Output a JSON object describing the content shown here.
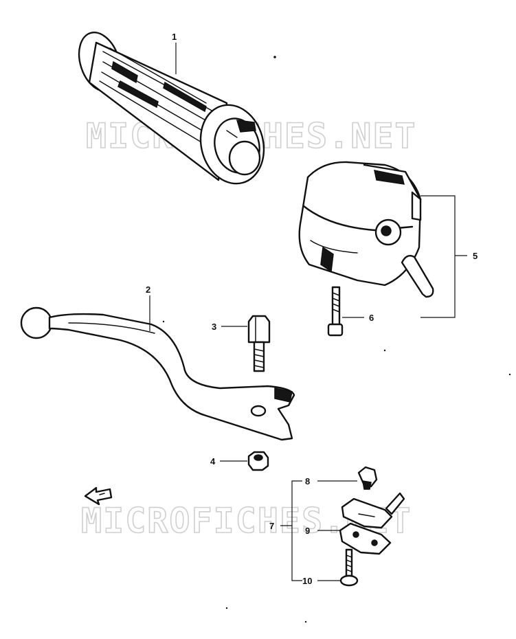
{
  "watermark_top": "MICROFICHES.NET",
  "watermark_bottom": "MICROFICHES.NET",
  "callouts": {
    "c1": "1",
    "c2": "2",
    "c3": "3",
    "c4": "4",
    "c5": "5",
    "c6": "6",
    "c7": "7",
    "c8": "8",
    "c9": "9",
    "c10": "10"
  },
  "icons": {
    "direction_arrow": "arrow-left-icon"
  }
}
